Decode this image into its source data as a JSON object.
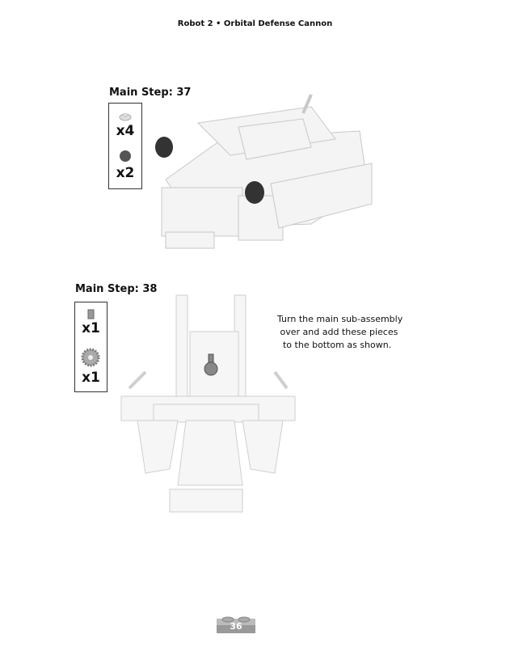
{
  "header": {
    "title": "Robot 2 • Orbital Defense Cannon"
  },
  "steps": [
    {
      "title": "Main Step: 37",
      "parts": [
        {
          "icon": "round-plate-icon",
          "quantity": "x4"
        },
        {
          "icon": "tire-icon",
          "quantity": "x2"
        }
      ]
    },
    {
      "title": "Main Step: 38",
      "parts": [
        {
          "icon": "bush-icon",
          "quantity": "x1"
        },
        {
          "icon": "gear-icon",
          "quantity": "x1"
        }
      ],
      "instructions": [
        "Turn the main sub-assembly",
        " over and add these pieces",
        "  to the bottom as shown."
      ]
    }
  ],
  "footer": {
    "page_number": "36"
  }
}
